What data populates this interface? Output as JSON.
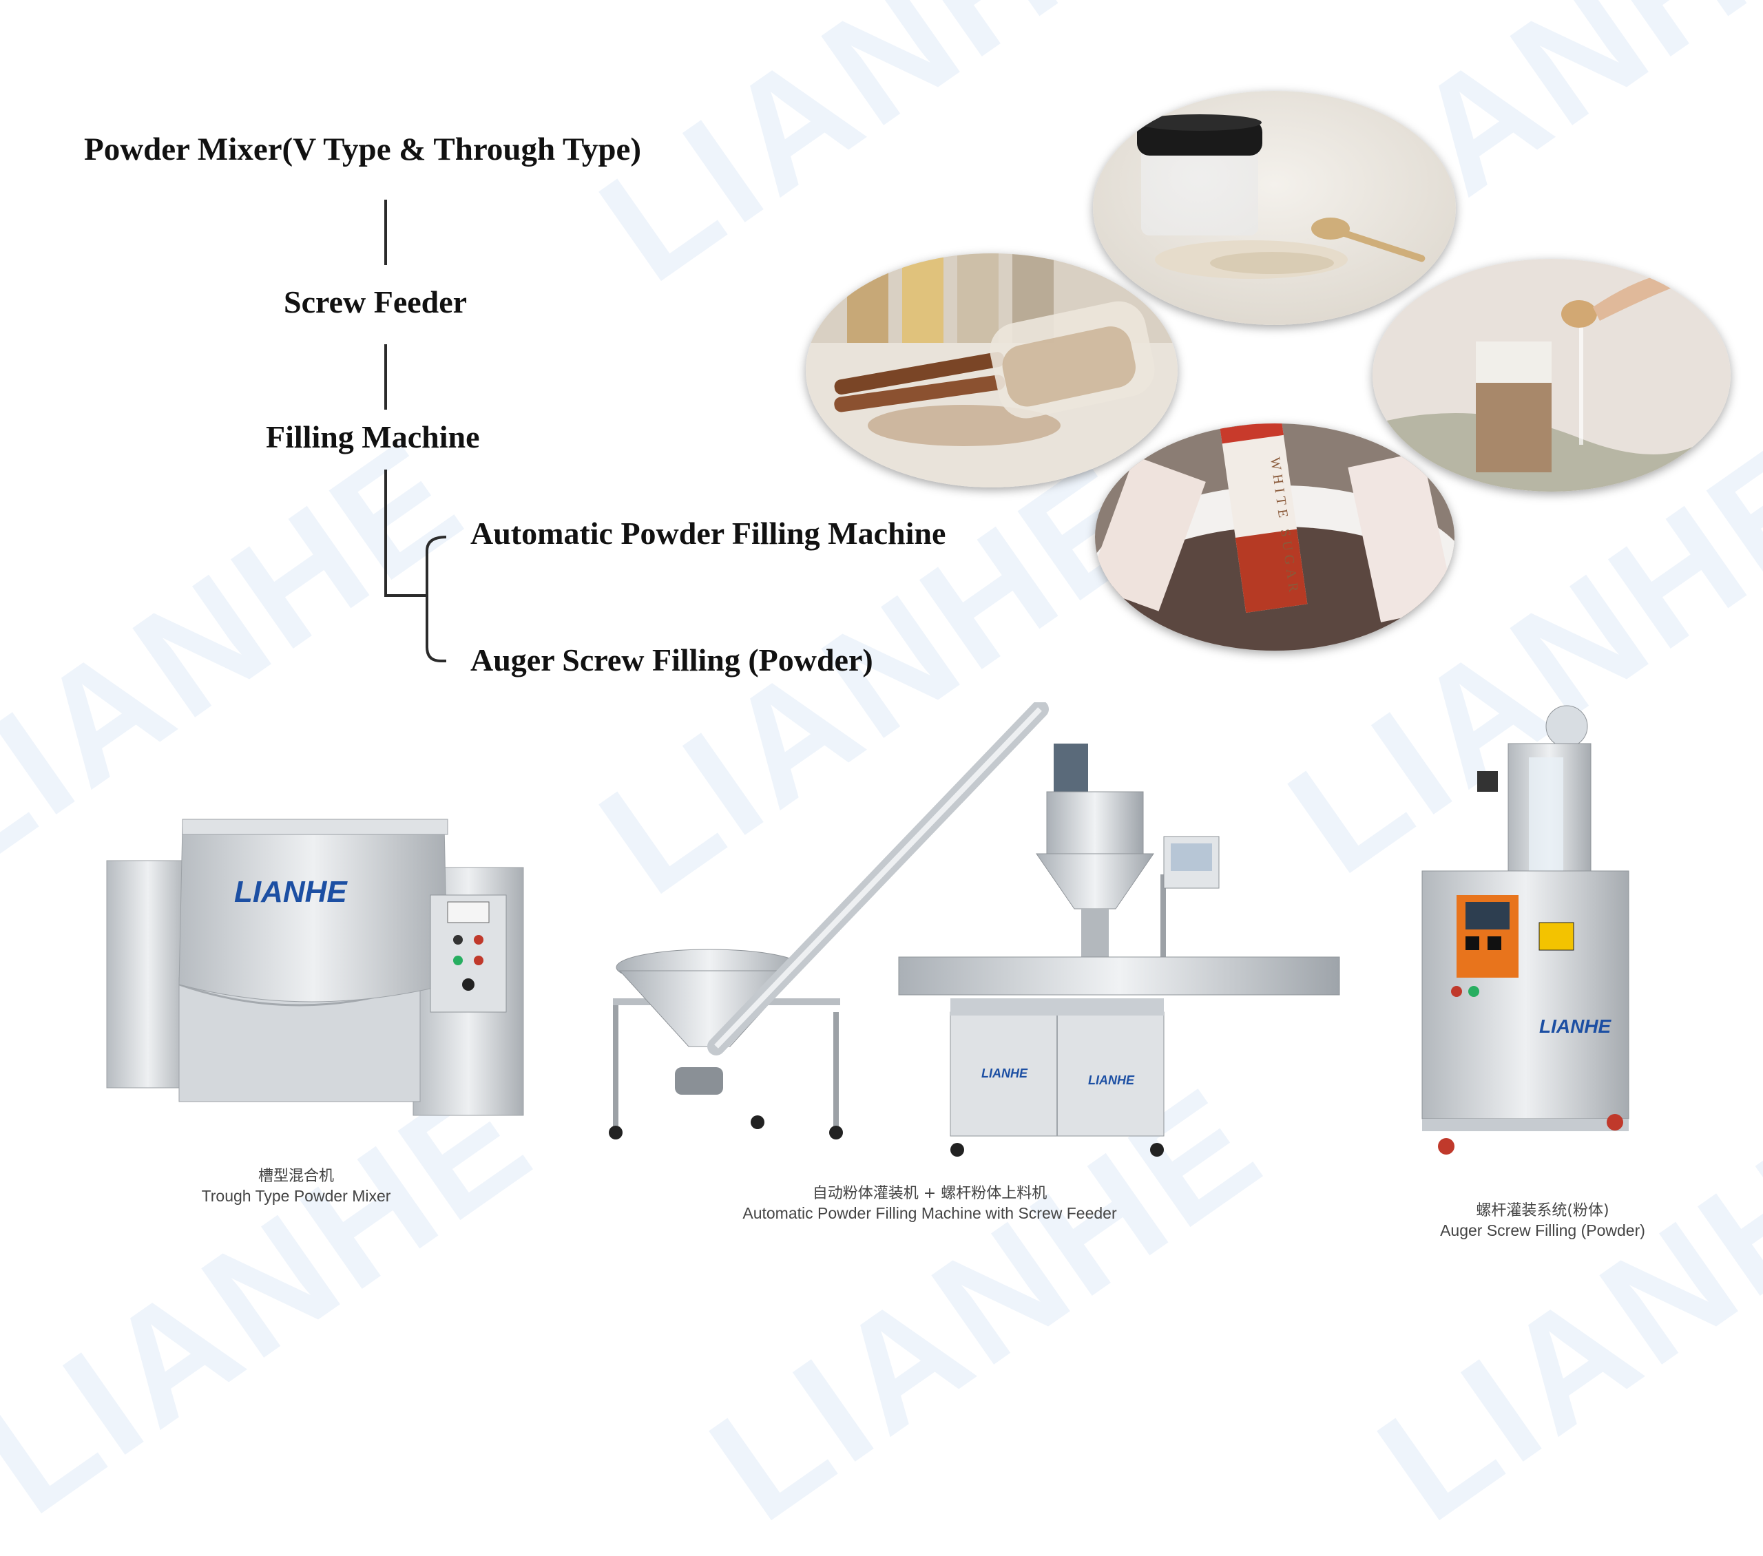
{
  "watermark": {
    "text": "LIANHE"
  },
  "flow": {
    "step1": "Powder Mixer(V Type & Through Type)",
    "step2": "Screw Feeder",
    "step3": "Filling Machine",
    "branch1": "Automatic Powder Filling Machine",
    "branch2": "Auger Screw Filling (Powder)"
  },
  "photos": {
    "sugar_label": "WHITE SUGAR"
  },
  "machines": [
    {
      "zh": "槽型混合机",
      "en": "Trough Type Powder Mixer",
      "brand": "LIANHE"
    },
    {
      "zh": "自动粉体灌装机 + 螺杆粉体上料机",
      "en": "Automatic Powder Filling Machine with Screw Feeder",
      "brand": "LIANHE"
    },
    {
      "zh": "螺杆灌装系统(粉体)",
      "en": "Auger Screw Filling (Powder)",
      "brand": "LIANHE"
    }
  ],
  "colors": {
    "brand_blue": "#1c4fa3",
    "line": "#2b2b2b",
    "steel": "#c9ced3",
    "orange_panel": "#e8741c"
  }
}
